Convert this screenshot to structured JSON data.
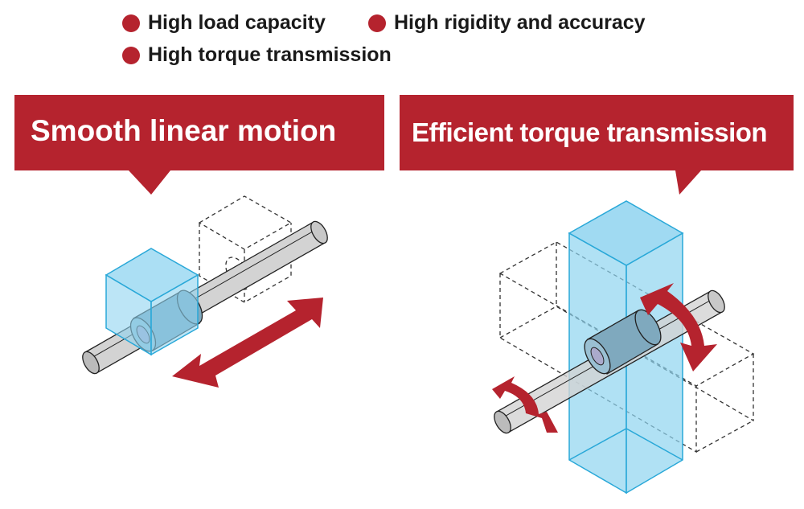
{
  "features": [
    "High load capacity",
    "High rigidity and accuracy",
    "High torque transmission"
  ],
  "panels": {
    "left": {
      "title": "Smooth linear motion"
    },
    "right": {
      "title": "Efficient torque transmission"
    }
  },
  "colors": {
    "accent": "#b5232e",
    "block_fill": "#8fd4f0",
    "block_stroke": "#29a8d8",
    "shaft": "#d3d3d3"
  }
}
